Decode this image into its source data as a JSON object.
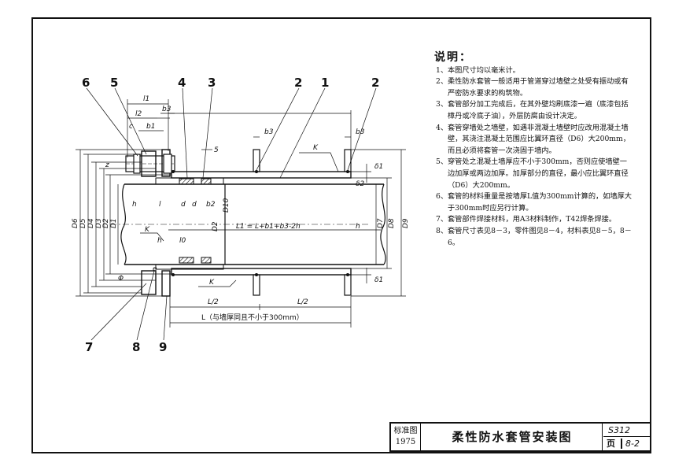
{
  "notes": {
    "heading": "说明：",
    "items": [
      {
        "num": "1、",
        "text": "本图尺寸均以毫米计。"
      },
      {
        "num": "2、",
        "text": "柔性防水套管一般适用于管道穿过墙壁之处受有振动或有严密防水要求的构筑物。"
      },
      {
        "num": "3、",
        "text": "套管部分加工完成后，在其外壁均刷底漆一遍（底漆包括樟丹或冷底子油），外层防腐由设计决定。"
      },
      {
        "num": "4、",
        "text": "套管穿墙处之墙壁，如遇非混凝土墙壁时应改用混凝土墙壁，其浇注混凝土范围应比翼环直径（D6）大200mm，而且必须将套管一次浇固于墙内。"
      },
      {
        "num": "5、",
        "text": "穿管处之混凝土墙厚应不小于300mm，否则应使墙壁一边加厚或两边加厚。加厚部分的直径，最小应比翼环直径（D6）大200mm。"
      },
      {
        "num": "6、",
        "text": "套管的材料重量是按墙厚L值为300mm计算的，如墙厚大于300mm时应另行计算。"
      },
      {
        "num": "7、",
        "text": "套管部件焊接材料，用A3材料制作，T42焊条焊接。"
      },
      {
        "num": "8、",
        "text": "套管尺寸表见8－3，零件图见8－4，材料表见8－5，8－6。"
      }
    ]
  },
  "titleblock": {
    "standard_line1": "标准图",
    "standard_line2": "1975",
    "title": "柔性防水套管安装图",
    "code": "S312",
    "page_label": "页",
    "page_value": "8-2"
  },
  "drawing": {
    "callouts": [
      "6",
      "5",
      "4",
      "3",
      "2",
      "1",
      "2",
      "7",
      "8",
      "9"
    ],
    "dims": {
      "l1": "l1",
      "l2": "l2",
      "b3": "b3",
      "b1": "b1",
      "c": "c",
      "b3_left": "b3",
      "b3_right": "b3",
      "K_top": "K",
      "s5": "5",
      "delta1_top": "δ1",
      "delta2": "δ2",
      "delta1_bot": "δ1",
      "h_left": "h",
      "l": "l",
      "d4": "d",
      "d3": "d",
      "b2": "b2",
      "h2": "h",
      "l0": "l0",
      "K2": "K",
      "K3": "K",
      "h_right": "h",
      "L1": "L1 = L+b1+b3-2h",
      "D10": "D10",
      "D2r": "D2",
      "D6": "D6",
      "D5": "D5",
      "D4": "D4",
      "D3": "D3",
      "D2": "D2",
      "D1": "D1",
      "D7": "D7",
      "D8": "D8",
      "D9": "D9",
      "half_left": "L/2",
      "half_right": "L/2",
      "L_total": "L（与墙厚同且不小于300mm）",
      "z": "z",
      "phi": "Φ",
      "e": "e"
    }
  }
}
